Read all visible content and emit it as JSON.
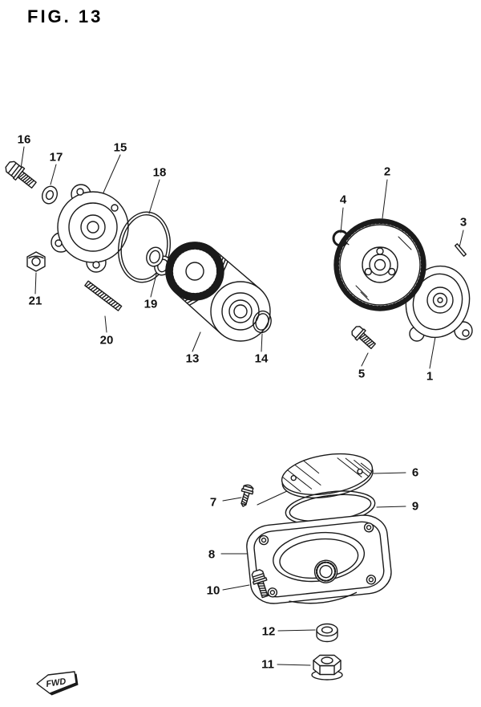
{
  "figure": {
    "title": "FIG. 13",
    "fwd_label": "FWD",
    "description": "Exploded parts diagram: oil pump and oil filter assembly"
  },
  "parts": [
    {
      "number": "1",
      "shape": "oil-pump-body"
    },
    {
      "number": "2",
      "shape": "pump-driven-gear"
    },
    {
      "number": "3",
      "shape": "dowel-pin"
    },
    {
      "number": "4",
      "shape": "circlip"
    },
    {
      "number": "5",
      "shape": "pump-screw"
    },
    {
      "number": "6",
      "shape": "strainer-cover-plate"
    },
    {
      "number": "7",
      "shape": "pan-head-screw"
    },
    {
      "number": "8",
      "shape": "strainer-case"
    },
    {
      "number": "9",
      "shape": "o-ring-gasket-large"
    },
    {
      "number": "10",
      "shape": "flange-bolt"
    },
    {
      "number": "11",
      "shape": "drain-plug-bolt"
    },
    {
      "number": "12",
      "shape": "sealing-washer"
    },
    {
      "number": "13",
      "shape": "oil-filter-cartridge"
    },
    {
      "number": "14",
      "shape": "o-ring-small"
    },
    {
      "number": "15",
      "shape": "filter-cover"
    },
    {
      "number": "16",
      "shape": "hex-bolt"
    },
    {
      "number": "17",
      "shape": "washer"
    },
    {
      "number": "18",
      "shape": "cover-gasket-ring"
    },
    {
      "number": "19",
      "shape": "small-rings"
    },
    {
      "number": "20",
      "shape": "stud-bolt"
    },
    {
      "number": "21",
      "shape": "hex-nut"
    }
  ]
}
